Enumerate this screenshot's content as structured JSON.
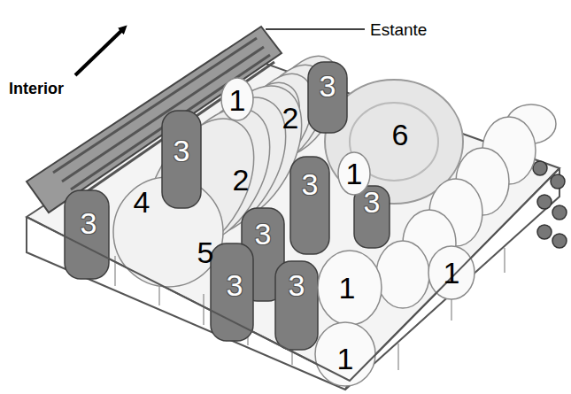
{
  "diagram": {
    "labels": [
      "Estante",
      "Interior",
      "1",
      "3",
      "2",
      "6",
      "3",
      "3",
      "4",
      "2",
      "1",
      "3",
      "3",
      "3",
      "5",
      "3",
      "3",
      "1",
      "1",
      "1"
    ]
  }
}
